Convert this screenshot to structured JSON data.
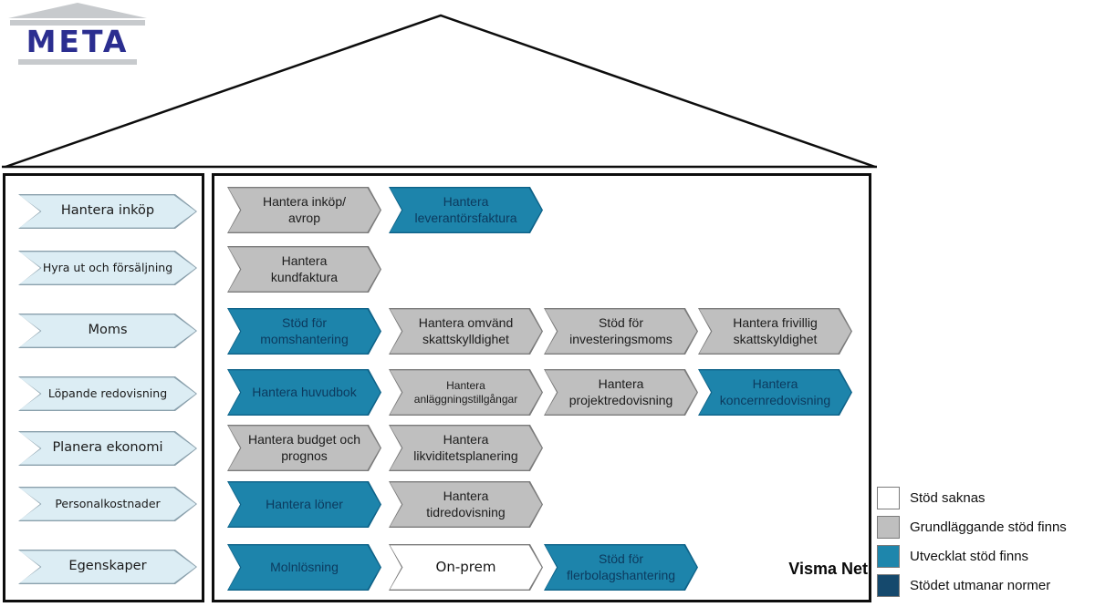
{
  "logo": {
    "text": "META"
  },
  "colors": {
    "developed_teal": "#1d84ab",
    "basic_gray": "#bfbfbf",
    "no_support_white": "#ffffff",
    "challenging_navy": "#15496d",
    "sidebar_blue": "#dcedf4",
    "logo_navy": "#2b2e90"
  },
  "sidebar": {
    "items": [
      {
        "label": "Hantera inköp"
      },
      {
        "label": "Hyra ut och försäljning"
      },
      {
        "label": "Moms"
      },
      {
        "label": "Löpande redovisning"
      },
      {
        "label": "Planera ekonomi"
      },
      {
        "label": "Personalkostnader"
      },
      {
        "label": "Egenskaper"
      }
    ]
  },
  "main": {
    "product_label": "Visma Net",
    "rows": [
      {
        "cells": [
          {
            "label": "Hantera inköp/\navrop",
            "status": "basic"
          },
          {
            "label": "Hantera\nleverantörsfaktura",
            "status": "developed"
          }
        ]
      },
      {
        "cells": [
          {
            "label": "Hantera\nkundfaktura",
            "status": "basic"
          }
        ]
      },
      {
        "cells": [
          {
            "label": "Stöd för\nmomshantering",
            "status": "developed"
          },
          {
            "label": "Hantera omvänd\nskattskylldighet",
            "status": "basic"
          },
          {
            "label": "Stöd för\ninvesteringsmoms",
            "status": "basic"
          },
          {
            "label": "Hantera frivillig\nskattskyldighet",
            "status": "basic"
          }
        ]
      },
      {
        "cells": [
          {
            "label": "Hantera huvudbok",
            "status": "developed"
          },
          {
            "label": "Hantera\nanläggningstillgångar",
            "status": "basic"
          },
          {
            "label": "Hantera\nprojektredovisning",
            "status": "basic"
          },
          {
            "label": "Hantera\nkoncernredovisning",
            "status": "developed"
          }
        ]
      },
      {
        "cells": [
          {
            "label": "Hantera budget och\nprognos",
            "status": "basic"
          },
          {
            "label": "Hantera\nlikviditetsplanering",
            "status": "basic"
          }
        ]
      },
      {
        "cells": [
          {
            "label": "Hantera löner",
            "status": "developed"
          },
          {
            "label": "Hantera\ntidredovisning",
            "status": "basic"
          }
        ]
      },
      {
        "cells": [
          {
            "label": "Molnlösning",
            "status": "developed"
          },
          {
            "label": "On-prem",
            "status": "none"
          },
          {
            "label": "Stöd för\nflerbolagshantering",
            "status": "developed"
          }
        ]
      }
    ]
  },
  "legend": {
    "items": [
      {
        "label": "Stöd saknas",
        "status": "none",
        "color": "#ffffff"
      },
      {
        "label": "Grundläggande stöd finns",
        "status": "basic",
        "color": "#bfbfbf"
      },
      {
        "label": "Utvecklat stöd finns",
        "status": "developed",
        "color": "#1e86ac"
      },
      {
        "label": "Stödet utmanar normer",
        "status": "challenging",
        "color": "#15496d"
      }
    ]
  }
}
